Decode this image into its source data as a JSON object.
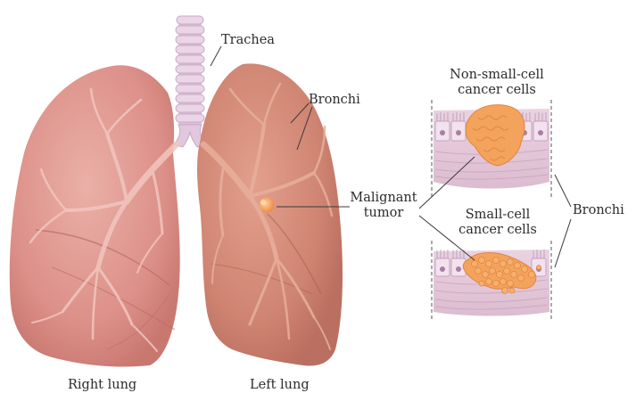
{
  "labels": {
    "trachea": "Trachea",
    "bronchi_top": "Bronchi",
    "malignant_tumor_line1": "Malignant",
    "malignant_tumor_line2": "tumor",
    "non_small_cell_line1": "Non-small-cell",
    "non_small_cell_line2": "cancer cells",
    "small_cell_line1": "Small-cell",
    "small_cell_line2": "cancer cells",
    "bronchi_right": "Bronchi",
    "right_lung": "Right lung",
    "left_lung": "Left lung"
  },
  "colors": {
    "lung_right": "#dc9089",
    "lung_left": "#cf8472",
    "trachea": "#e2c8de",
    "tumor": "#f3a462",
    "tissue_wall": "#e6cbdb",
    "epithelium": "#efdcea",
    "leader_line": "#3a3a3a"
  }
}
